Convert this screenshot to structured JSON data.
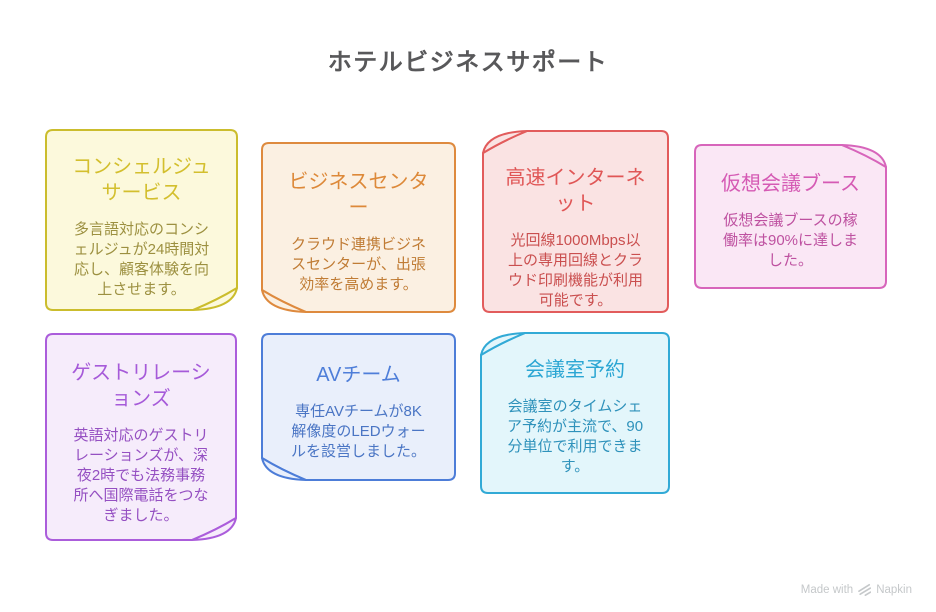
{
  "title": "ホテルビジネスサポート",
  "title_color": "#58585a",
  "page_bg": "#ffffff",
  "cards": [
    {
      "id": "concierge-service",
      "title": "コンシェルジュ\nサービス",
      "body": "多言語対応のコンシ\nェルジュが24時間対\n応し、顧客体験を向\n上させます。",
      "fold": "br",
      "colors": {
        "border": "#cbbd2d",
        "bg": "#fcf9dc",
        "title": "#d3bf2e",
        "text": "#9c9040"
      }
    },
    {
      "id": "business-center",
      "title": "ビジネスセンタ\nー",
      "body": "クラウド連携ビジネ\nスセンターが、出張\n効率を高めます。",
      "fold": "bl",
      "colors": {
        "border": "#de8a3e",
        "bg": "#fbf0e2",
        "title": "#dd8939",
        "text": "#c07c35"
      }
    },
    {
      "id": "high-speed-internet",
      "title": "高速インターネ\nット",
      "body": "光回線1000Mbps以\n上の専用回線とクラ\nウド印刷機能が利用\n可能です。",
      "fold": "tl",
      "colors": {
        "border": "#e25c5c",
        "bg": "#fae3e3",
        "title": "#e05656",
        "text": "#ca4f4f"
      }
    },
    {
      "id": "virtual-meeting-booth",
      "title": "仮想会議ブース",
      "body": "仮想会議ブースの稼\n働率は90%に達しま\nした。",
      "fold": "tr",
      "colors": {
        "border": "#d765bb",
        "bg": "#fae7f5",
        "title": "#d55ab4",
        "text": "#be51a0"
      }
    },
    {
      "id": "guest-relations",
      "title": "ゲストリレーシ\nョンズ",
      "body": "英語対応のゲストリ\nレーションズが、深\n夜2時でも法務事務\n所へ国際電話をつな\nぎました。",
      "fold": "br",
      "colors": {
        "border": "#ab5ddb",
        "bg": "#f6ecfb",
        "title": "#a65ad9",
        "text": "#9550c2"
      }
    },
    {
      "id": "av-team",
      "title": "AVチーム",
      "body": "専任AVチームが8K\n解像度のLEDウォー\nルを設営しました。",
      "fold": "bl",
      "colors": {
        "border": "#4d7dd8",
        "bg": "#e9effb",
        "title": "#4e7ed9",
        "text": "#4a75c4"
      }
    },
    {
      "id": "meeting-room-booking",
      "title": "会議室予約",
      "body": "会議室のタイムシェ\nア予約が主流で、90\n分単位で利用できま\nす。",
      "fold": "tl",
      "colors": {
        "border": "#32aad6",
        "bg": "#e3f6fb",
        "title": "#2ba6d3",
        "text": "#2f92bb"
      }
    }
  ],
  "watermark": {
    "prefix": "Made with",
    "brand": "Napkin",
    "color": "#c5c8ca"
  }
}
